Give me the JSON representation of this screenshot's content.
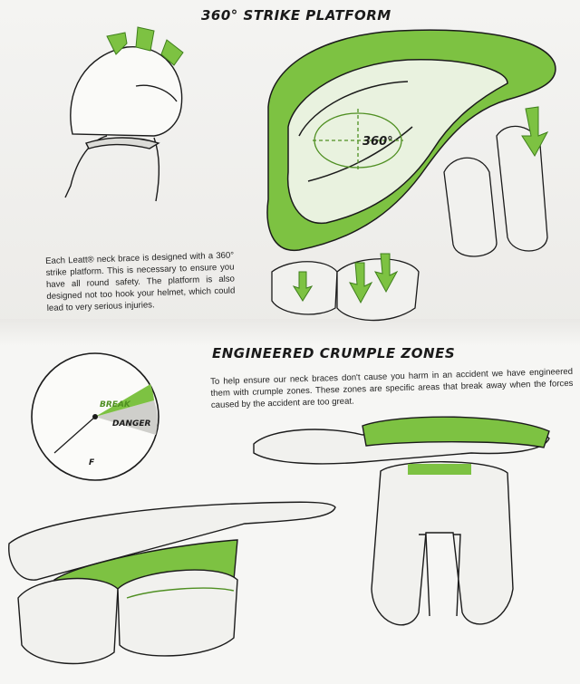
{
  "section1": {
    "title": "360° STRIKE PLATFORM",
    "paragraph": "Each Leatt® neck brace is designed with a 360° strike platform. This is necessary to ensure you have all round safety. The platform is also designed not too hook your helmet, which could lead to very serious injuries.",
    "badge": "360°"
  },
  "section2": {
    "title": "ENGINEERED CRUMPLE ZONES",
    "paragraph": "To help ensure our neck braces don't cause you harm in an accident we have engineered them with crumple zones. These zones are specific areas that break away when the forces caused by the accident are too great.",
    "gauge": {
      "break_label": "BREAK",
      "danger_label": "DANGER",
      "force_label": "F"
    }
  },
  "colors": {
    "accent": "#7dc242",
    "accent_dark": "#4f8f22",
    "line": "#1b1b1b"
  }
}
